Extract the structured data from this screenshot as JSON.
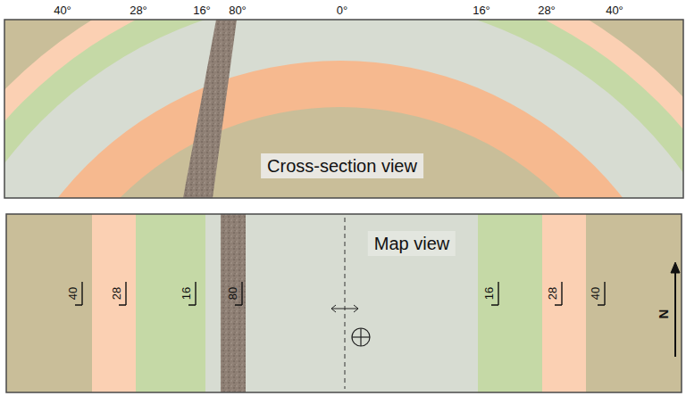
{
  "diagram": {
    "labels": [
      "40°",
      "28°",
      "16°",
      "80°",
      "0°",
      "16°",
      "28°",
      "40°",
      "Cross-section view",
      "Map view",
      "40",
      "28",
      "16",
      "80",
      "16",
      "28",
      "40",
      "N"
    ]
  }
}
